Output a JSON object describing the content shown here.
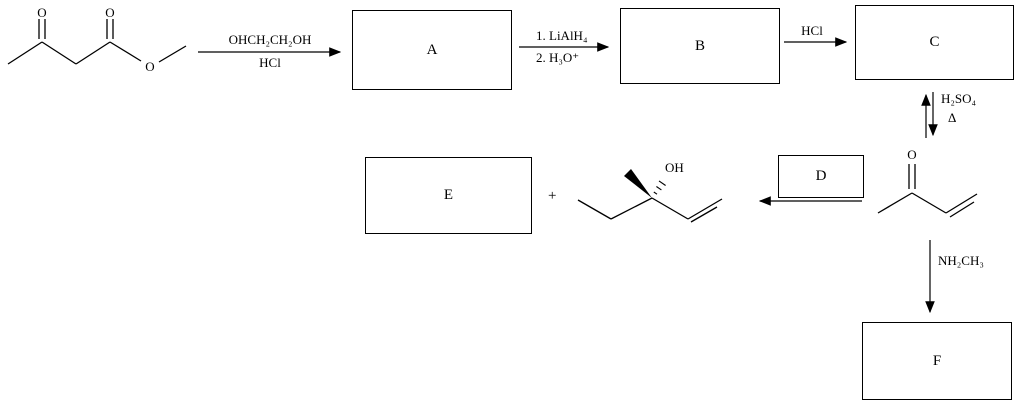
{
  "scheme": {
    "boxes": {
      "a": "A",
      "b": "B",
      "c": "C",
      "d": "D",
      "e": "E",
      "f": "F"
    },
    "step1": {
      "reagent_above": "OHCH₂CH₂OH",
      "reagent_below": "HCl"
    },
    "step2": {
      "reagent_above": "1. LiAlH₄",
      "reagent_below": "2. H₃O⁺"
    },
    "step3": {
      "reagent_above": "HCl"
    },
    "step4": {
      "reagent": "H₂SO₄",
      "condition": "Δ"
    },
    "step6": {
      "reagent": "NH₂CH₃"
    },
    "start_material": {
      "o_left": "O",
      "o_right": "O",
      "o_ester": "O"
    },
    "mvk": {
      "o": "O"
    },
    "alcohol": {
      "oh": "OH"
    },
    "plus": "+"
  }
}
